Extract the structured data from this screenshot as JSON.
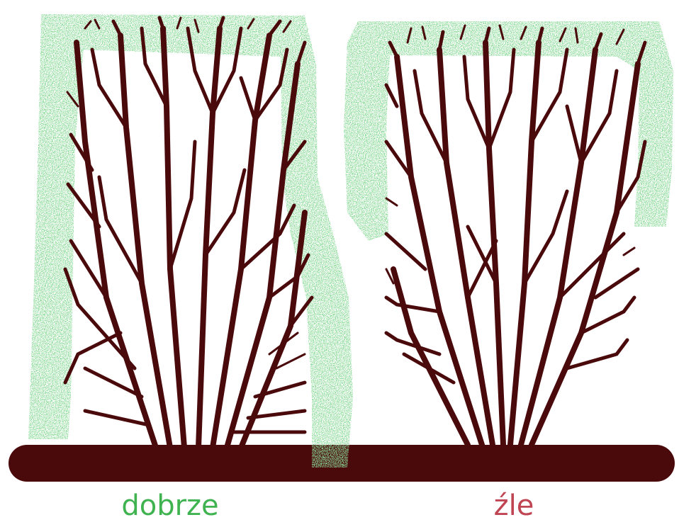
{
  "labels": {
    "good": "dobrze",
    "bad": "źle"
  },
  "colors": {
    "foliage": "#3fb34f",
    "wood": "#4a0a0c",
    "label_good": "#3fb34f",
    "label_bad": "#c04552"
  },
  "hedges": [
    {
      "id": "good",
      "label_key": "good",
      "foliage_style": "trimmed-narrowing-top"
    },
    {
      "id": "bad",
      "label_key": "bad",
      "foliage_style": "overgrown-top-bare-base"
    }
  ]
}
